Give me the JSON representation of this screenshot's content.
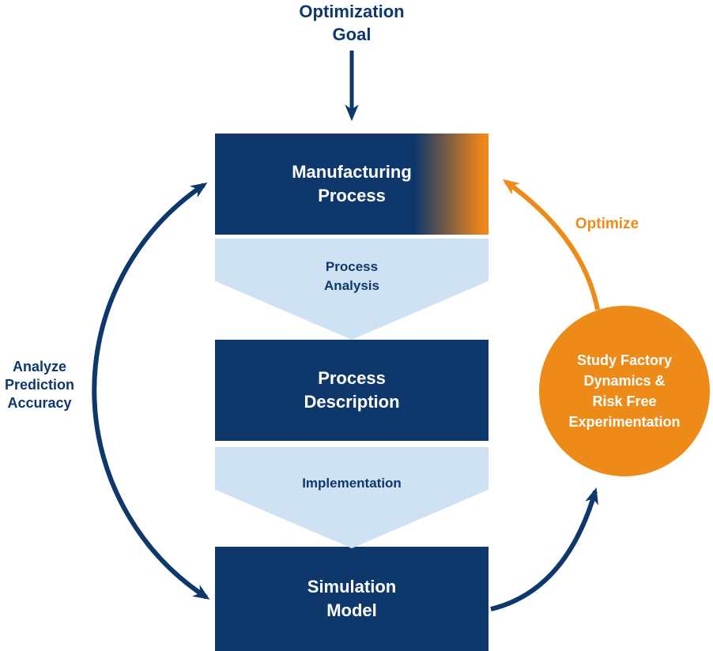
{
  "colors": {
    "navy": "#0e386b",
    "orange": "#ee8a18",
    "light_blue": "#cfe2f4",
    "box_text": "#ffffff"
  },
  "labels": {
    "optimization_goal": "Optimization\nGoal",
    "optimize": "Optimize",
    "analyze_prediction_accuracy": "Analyze\nPrediction\nAccuracy"
  },
  "boxes": {
    "manufacturing_process": "Manufacturing\nProcess",
    "process_description": "Process\nDescription",
    "simulation_model": "Simulation\nModel"
  },
  "connectors": {
    "process_analysis": "Process\nAnalysis",
    "implementation": "Implementation"
  },
  "circle": {
    "study_factory": "Study Factory\nDynamics &\nRisk Free\nExperimentation"
  }
}
